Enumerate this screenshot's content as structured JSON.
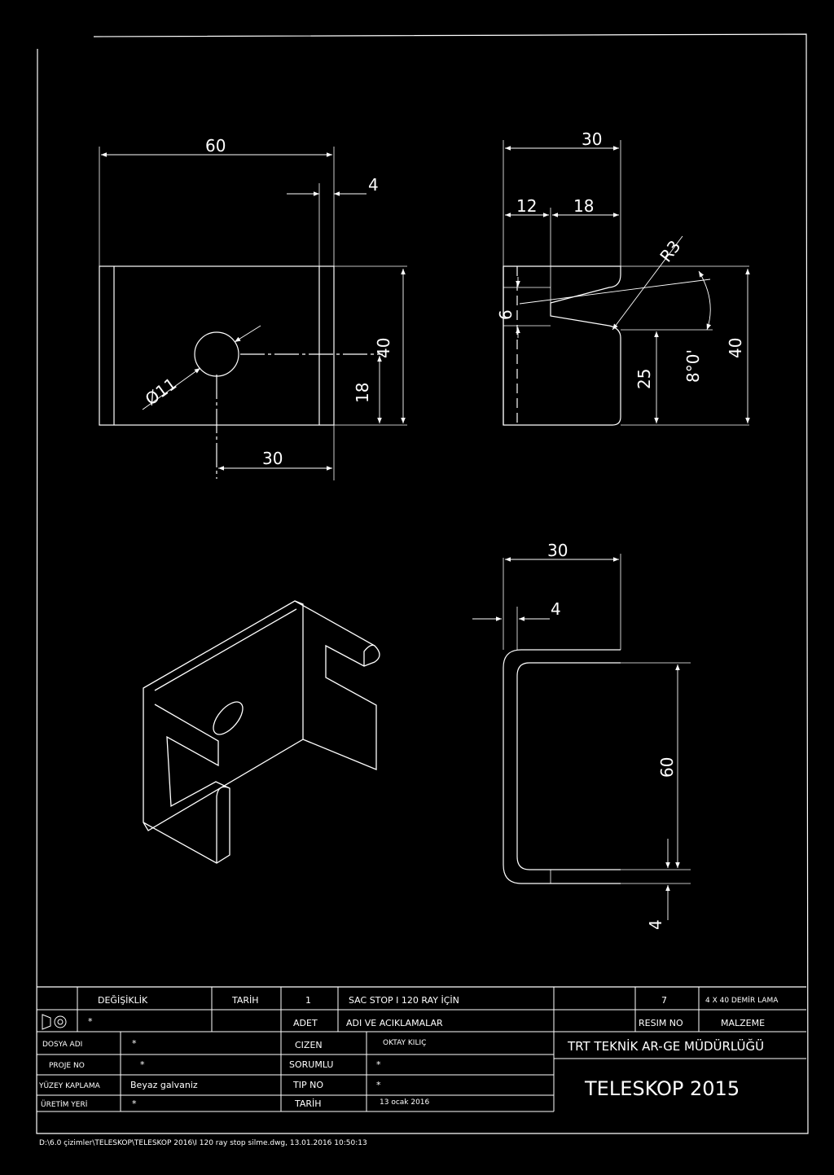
{
  "drawing": {
    "dimensions": {
      "front_width": "60",
      "front_thickness": "4",
      "front_hole": "Ø11",
      "front_height": "40",
      "front_hole_y": "18",
      "front_hole_x": "30",
      "side_width": "30",
      "side_a": "12",
      "side_b": "18",
      "side_radius": "R3",
      "side_slot": "6",
      "side_height": "40",
      "side_lower": "25",
      "side_angle": "8°0'",
      "top_width": "30",
      "top_thickness": "4",
      "top_height": "60",
      "top_bottom": "4"
    }
  },
  "title_block": {
    "change_label": "DEĞİŞİKLİK",
    "date_label": "TARİH",
    "quantity": "1",
    "part_description": "SAC STOP I 120 RAY İÇİN",
    "drawing_no": "7",
    "material": "4 X 40 DEMİR LAMA",
    "qty_label": "ADET",
    "desc_label": "ADI VE ACIKLAMALAR",
    "drawing_no_label": "RESIM NO",
    "material_label": "MALZEME",
    "file_label": "DOSYA ADI",
    "file_value": "*",
    "project_label": "PROJE NO",
    "project_value": "*",
    "surface_label": "YÜZEY KAPLAMA",
    "surface_value": "Beyaz galvaniz",
    "production_label": "ÜRETİM YERİ",
    "production_value": "*",
    "drawn_label": "CIZEN",
    "drawn_value": "OKTAY KILIÇ",
    "responsible_label": "SORUMLU",
    "responsible_value": "*",
    "type_label": "TIP NO",
    "type_value": "*",
    "date2_label": "TARİH",
    "date2_value": "13 ocak 2016",
    "company": "TRT  TEKNİK  AR-GE MÜDÜRLÜĞÜ",
    "project_title": "TELESKOP 2015",
    "change_value": "*"
  },
  "footer": {
    "path": "D:\\6.0 çizimler\\TELESKOP\\TELESKOP  2016\\I 120  ray stop silme.dwg, 13.01.2016 10:50:13"
  }
}
